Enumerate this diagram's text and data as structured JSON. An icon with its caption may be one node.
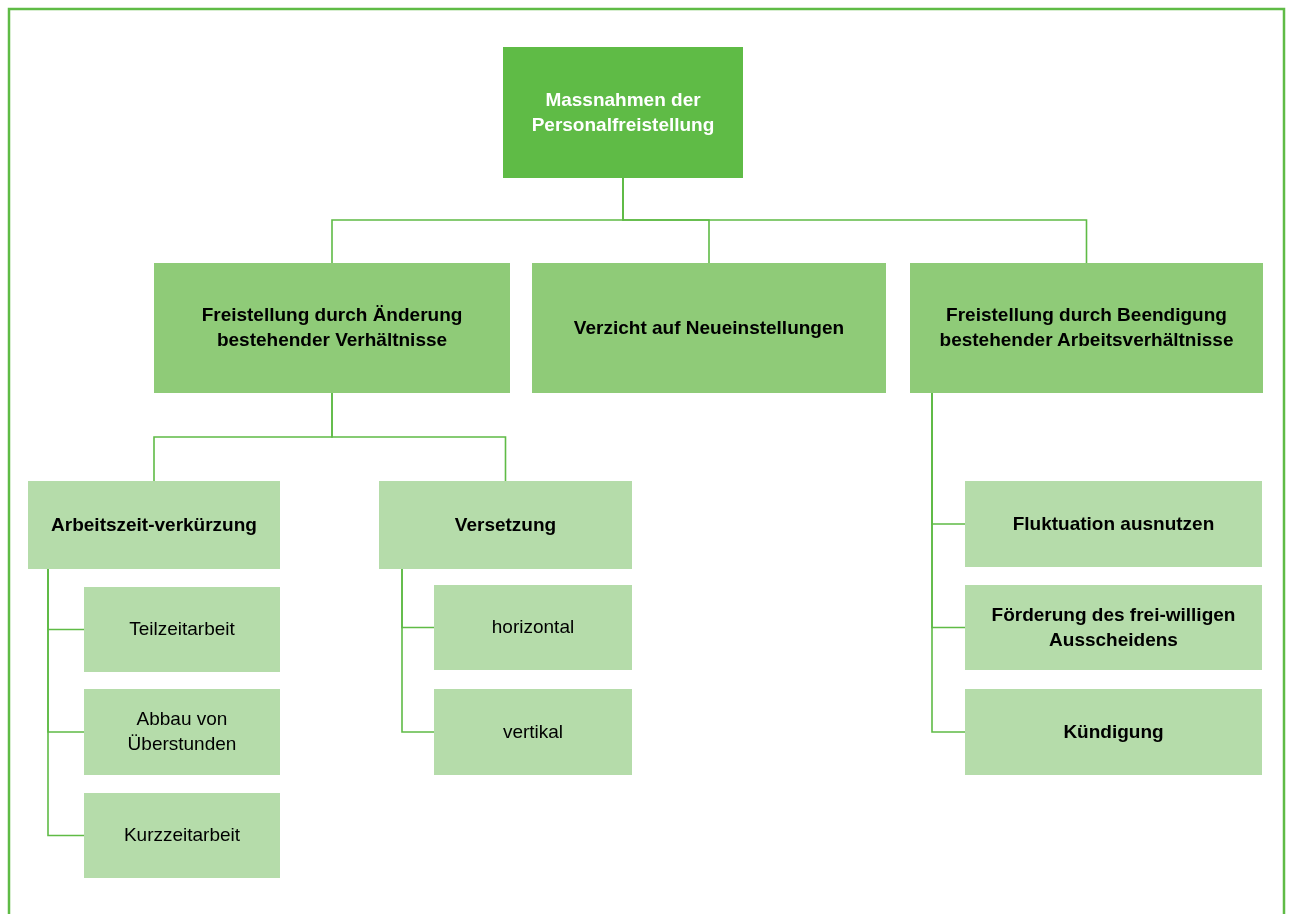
{
  "diagram": {
    "nodes": [
      {
        "text": [
          "Massnahmen der Personalfreistellung"
        ]
      },
      {
        "text": [
          "Freistellung durch Änderung bestehender Verhältnisse"
        ]
      },
      {
        "text": [
          "Verzicht auf Neueinstellungen"
        ]
      },
      {
        "text": [
          "Freistellung durch Beendigung bestehender Arbeitsverhältnisse"
        ]
      },
      {
        "text": [
          "Arbeitszeit-verkürzung"
        ]
      },
      {
        "text": [
          "Versetzung"
        ]
      },
      {
        "text": [
          "Teilzeitarbeit"
        ]
      },
      {
        "text": [
          "Abbau von Überstunden"
        ]
      },
      {
        "text": [
          "Kurzzeitarbeit"
        ]
      },
      {
        "text": [
          "horizontal"
        ]
      },
      {
        "text": [
          "vertikal"
        ]
      },
      {
        "text": [
          "Fluktuation ausnutzen"
        ]
      },
      {
        "text": [
          "Förderung des frei-willigen Ausscheidens"
        ]
      },
      {
        "text": [
          "Kündigung"
        ]
      }
    ],
    "edges": [
      {
        "from": 0,
        "to": 1,
        "arrow": "none"
      },
      {
        "from": 0,
        "to": 2,
        "arrow": "none"
      },
      {
        "from": 0,
        "to": 3,
        "arrow": "none"
      },
      {
        "from": 1,
        "to": 4,
        "arrow": "none"
      },
      {
        "from": 1,
        "to": 5,
        "arrow": "none"
      },
      {
        "from": 4,
        "to": 6,
        "arrow": "none"
      },
      {
        "from": 4,
        "to": 7,
        "arrow": "none"
      },
      {
        "from": 4,
        "to": 8,
        "arrow": "none"
      },
      {
        "from": 5,
        "to": 9,
        "arrow": "none"
      },
      {
        "from": 5,
        "to": 10,
        "arrow": "none"
      },
      {
        "from": 3,
        "to": 11,
        "arrow": "none"
      },
      {
        "from": 3,
        "to": 12,
        "arrow": "none"
      },
      {
        "from": 3,
        "to": 13,
        "arrow": "none"
      }
    ]
  }
}
